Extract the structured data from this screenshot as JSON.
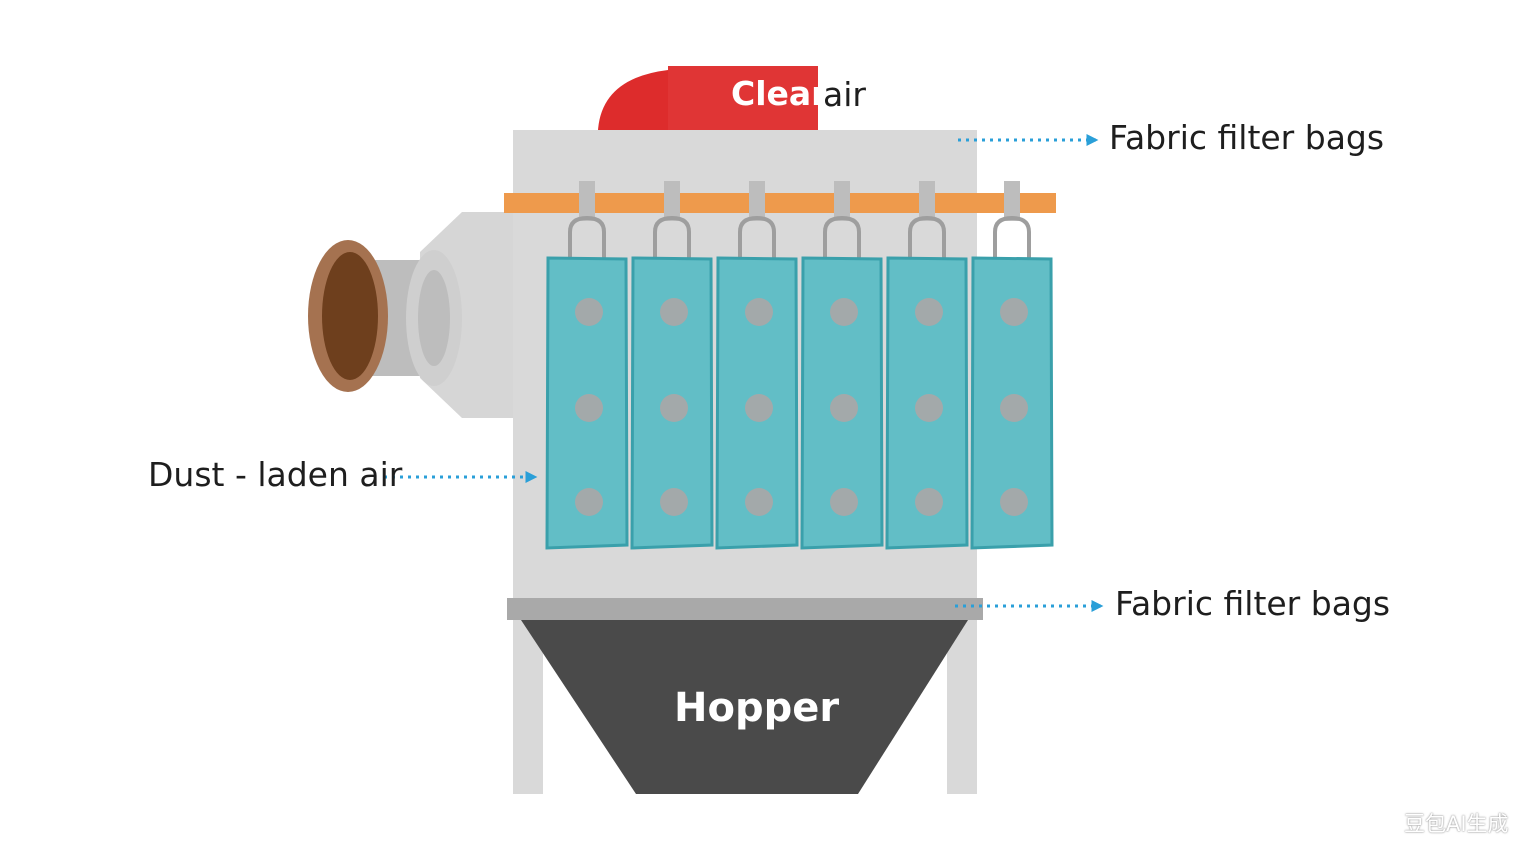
{
  "labels": {
    "clean": "Clean",
    "air": "air",
    "fabric_filter_bags_top": "Fabric filter bags",
    "dust_laden_air": "Dust - laden air",
    "fabric_filter_bags_bottom": "Fabric filter bags",
    "hopper": "Hopper"
  },
  "watermark": "豆包AI生成",
  "filter_bag_count": 6,
  "colors": {
    "background": "#ffffff",
    "housing": "#d9d9d9",
    "housing_dark": "#a9a9a9",
    "rod": "#ee9a4c",
    "filter_bag": "#62bec6",
    "filter_bag_border": "#3aa0ab",
    "bag_dot": "#a3a9aa",
    "outlet_hood": "#dd2c2c",
    "hopper": "#4a4a4a",
    "duct": "#c8c8c8",
    "inlet_rim": "#a57250",
    "inlet_inner": "#6e3f1d",
    "arrow": "#2a9fd8"
  }
}
